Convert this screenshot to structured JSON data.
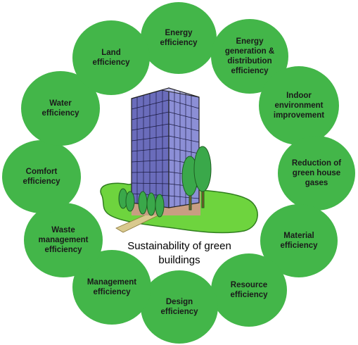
{
  "center_title": "Sustainability of green\nbuildings",
  "colors": {
    "circle_fill": "#43b649",
    "circle_text": "#1a1a1a",
    "glass": "#8c8fd6",
    "glass_dark": "#6a6cbb",
    "grass": "#6ed43e",
    "trees": "#3aa84a"
  },
  "nodes": [
    {
      "id": "energy-efficiency",
      "label": "Energy\nefficiency"
    },
    {
      "id": "energy-generation",
      "label": "Energy\ngeneration &\ndistribution\nefficiency"
    },
    {
      "id": "indoor-environment",
      "label": "Indoor\nenvironment\nimprovement"
    },
    {
      "id": "ghg-reduction",
      "label": "Reduction of\ngreen house\ngases"
    },
    {
      "id": "material-efficiency",
      "label": "Material\nefficiency"
    },
    {
      "id": "resource-efficiency",
      "label": "Resource\nefficiency"
    },
    {
      "id": "design-efficiency",
      "label": "Design\nefficiency"
    },
    {
      "id": "management-efficiency",
      "label": "Management\nefficiency"
    },
    {
      "id": "waste-management",
      "label": "Waste\nmanagement\nefficiency"
    },
    {
      "id": "comfort-efficiency",
      "label": "Comfort\nefficiency"
    },
    {
      "id": "water-efficiency",
      "label": "Water\nefficiency"
    },
    {
      "id": "land-efficiency",
      "label": "Land\nefficiency"
    }
  ]
}
